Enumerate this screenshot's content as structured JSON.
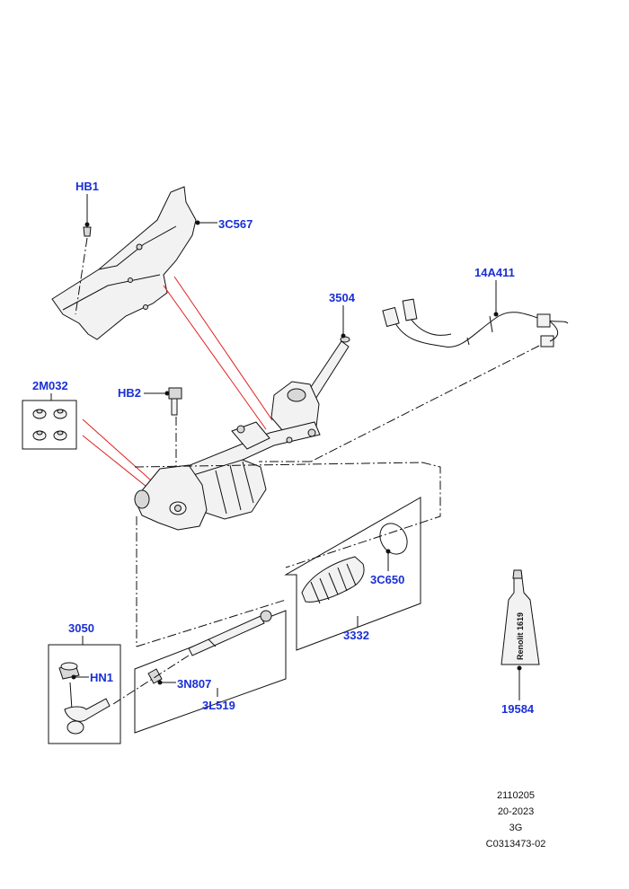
{
  "callouts": {
    "hb1": "HB1",
    "c3c567": "3C567",
    "c3504": "3504",
    "c14a411": "14A411",
    "c2m032": "2M032",
    "hb2": "HB2",
    "c3c650": "3C650",
    "c3332": "3332",
    "c3050": "3050",
    "hn1": "HN1",
    "c3n807": "3N807",
    "c3l519": "3L519",
    "c19584": "19584"
  },
  "tube_label": "Renolit 1619",
  "footer": {
    "line1": "2110205",
    "line2": "20-2023",
    "line3": "3G",
    "line4": "C0313473-02"
  },
  "colors": {
    "callout": "#1a2fd6",
    "red_line": "#e02020"
  }
}
